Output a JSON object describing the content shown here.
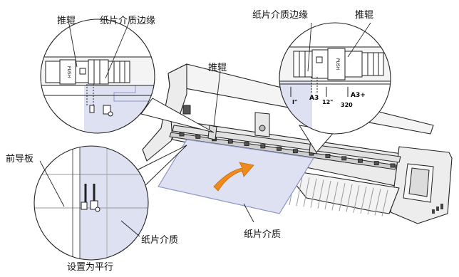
{
  "labels": {
    "pinch_roller_top_left": "推辊",
    "media_edge_top_left": "纸片介质边缘",
    "pinch_roller_center": "推辊",
    "media_edge_top_right": "纸片介质边缘",
    "pinch_roller_top_right": "推辊",
    "front_guide": "前导板",
    "media_callout": "纸片介质",
    "media_bottom": "纸片介质",
    "set_parallel": "设置为平行"
  },
  "roller_button_text": "PUSH",
  "guide_marks": {
    "left_mark": "I\"",
    "a3": "A3",
    "size_12": "12\"",
    "a3_plus": "A3+",
    "size_320": "320"
  },
  "colors": {
    "media_fill": "#dde1f1",
    "media_stroke": "#8e96c4",
    "callout_arrow": "#f08a1c",
    "outline": "#222222",
    "machine_fill": "#f1f1f1"
  }
}
